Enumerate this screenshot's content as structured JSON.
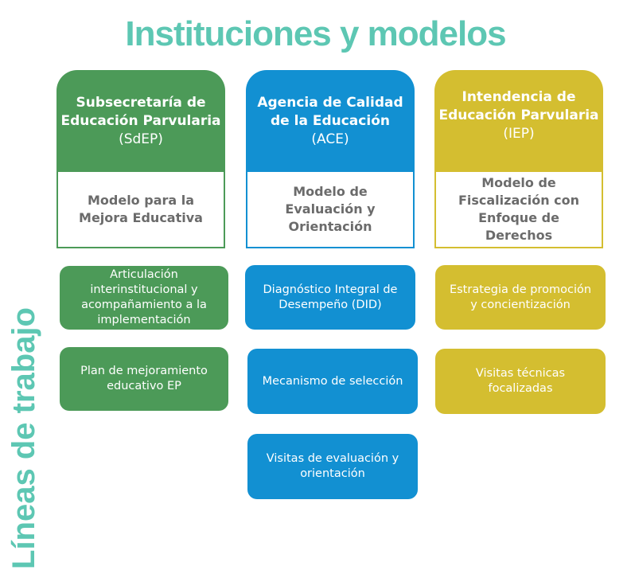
{
  "title": "Instituciones y modelos",
  "side_label": "Líneas de trabajo",
  "columns": [
    {
      "name": "Subsecretaría de Educación Parvularia",
      "abbr": "(SdEP)",
      "model": "Modelo para la Mejora Educativa",
      "color": "#4c9a58",
      "lines": [
        "Articulación interinstitucional y acompañamiento a la implementación",
        "Plan de mejoramiento educativo EP"
      ]
    },
    {
      "name": "Agencia de Calidad de la Educación",
      "abbr": "(ACE)",
      "model": "Modelo de Evaluación y Orientación",
      "color": "#1290d2",
      "lines": [
        "Diagnóstico Integral de Desempeño (DID)",
        "Mecanismo de selección",
        "Visitas de evaluación y orientación"
      ]
    },
    {
      "name": "Intendencia de Educación Parvularia",
      "abbr": "(IEP)",
      "model": "Modelo de Fiscalización con Enfoque de Derechos",
      "color": "#d4be30",
      "lines": [
        "Estrategia de promoción y concientización",
        "Visitas técnicas focalizadas"
      ]
    }
  ]
}
